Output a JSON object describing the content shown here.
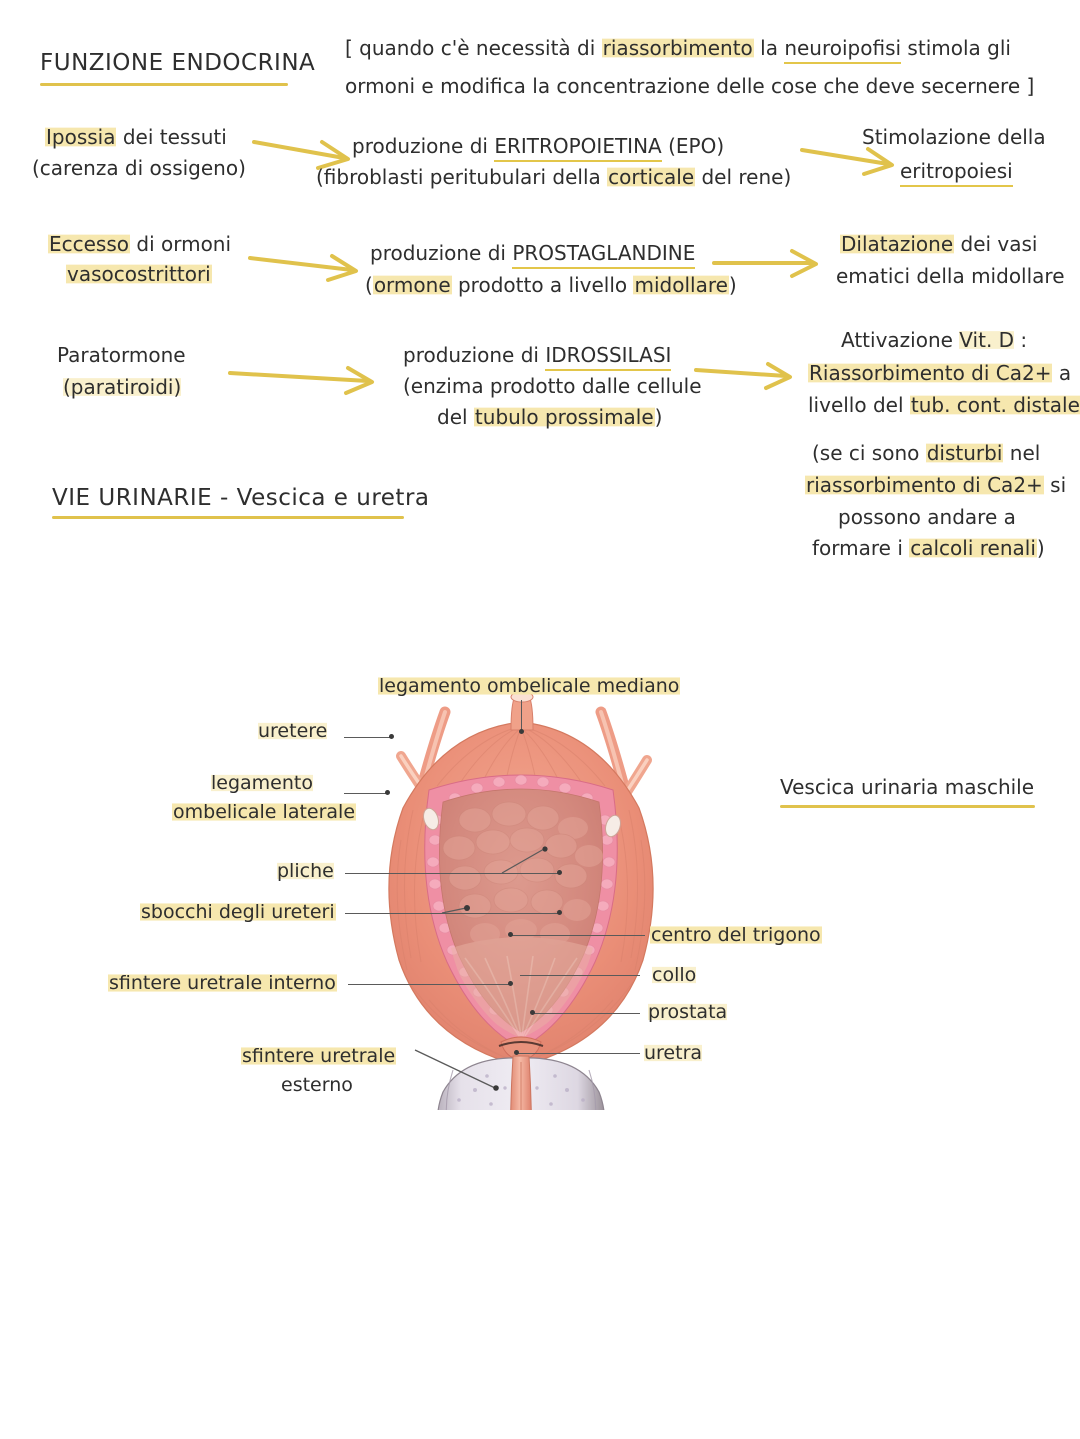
{
  "section_endocrine": {
    "heading": "FUNZIONE ENDOCRINA",
    "bracket_note": {
      "line1_a": "[ quando c'è  necessità di ",
      "line1_hl1": "riassorbimento",
      "line1_b": " la ",
      "line1_ul": "neuroipofisi",
      "line1_c": " stimola gli",
      "line2": "ormoni e modifica la concentrazione delle cose che deve secernere ]"
    },
    "rows": [
      {
        "left_line1_hl": "Ipossia",
        "left_line1_rest": " dei tessuti",
        "left_line2": "(carenza di ossigeno)",
        "mid_line1_a": "produzione di ",
        "mid_line1_ul": "ERITROPOIETINA",
        "mid_line1_b": " (EPO)",
        "mid_line2_a": "(fibroblasti peritubulari della ",
        "mid_line2_hl": "corticale",
        "mid_line2_b": " del rene)",
        "right_line1": "Stimolazione della",
        "right_line2_ul": "eritropoiesi"
      },
      {
        "left_line1_hl": "Eccesso",
        "left_line1_rest": " di ormoni",
        "left_line2_hl": "vasocostrittori",
        "mid_line1_a": "produzione di ",
        "mid_line1_ul": "PROSTAGLANDINE",
        "mid_line2_a": "(",
        "mid_line2_hl1": "ormone",
        "mid_line2_b": " prodotto a livello ",
        "mid_line2_hl2": "midollare",
        "mid_line2_c": ")",
        "right_line1_hl": "Dilatazione",
        "right_line1_rest": " dei vasi",
        "right_line2": "ematici della midollare"
      },
      {
        "left_line1": "Paratormone",
        "left_line2": "(paratiroidi)",
        "mid_line1_a": "produzione di ",
        "mid_line1_ul": "IDROSSILASI",
        "mid_line2": "(enzima prodotto dalle cellule",
        "mid_line3_a": "del ",
        "mid_line3_hl": "tubulo prossimale",
        "mid_line3_b": ")",
        "right_line1_a": "Attivazione ",
        "right_line1_hl": "Vit. D",
        "right_line1_b": " :",
        "right_line2_hl": "Riassorbimento di Ca2+",
        "right_line2_rest": " a",
        "right_line3_a": "livello del ",
        "right_line3_hl": "tub. cont. distale"
      }
    ],
    "side_note": {
      "line1_a": "(se ci sono ",
      "line1_hl": "disturbi",
      "line1_b": " nel",
      "line2_hl": "riassorbimento di Ca2+",
      "line2_rest": " si",
      "line3": "possono andare a",
      "line4_a": "formare i ",
      "line4_hl": "calcoli renali",
      "line4_b": ")"
    }
  },
  "section_urinary": {
    "heading_strong": "VIE URINARIE",
    "heading_rest": " - Vescica e uretra",
    "figure_caption": "Vescica urinaria maschile",
    "labels": {
      "top": "legamento ombelicale mediano",
      "ureter": "uretere",
      "lateral_ligament_l1": "legamento",
      "lateral_ligament_l2": "ombelicale laterale",
      "folds": "pliche",
      "ureteral_orifices": "sbocchi degli ureteri",
      "internal_sphincter": "sfintere uretrale interno",
      "external_sphincter_l1": "sfintere uretrale",
      "external_sphincter_l2": "esterno",
      "trigone_center": "centro del trigono",
      "neck": "collo",
      "prostate": "prostata",
      "urethra": "uretra"
    }
  },
  "colors": {
    "highlight": "#f5e6aa",
    "arrow": "#e0c24c",
    "underline": "#e0c24c",
    "ink": "#2e2e2e",
    "bladder_muscle": "#e8907a",
    "bladder_mucosa": "#d98b80",
    "bladder_pink_layer": "#e8829b",
    "prostate": "#cfc6d4",
    "sphincter_pink": "#ef8fa4"
  }
}
